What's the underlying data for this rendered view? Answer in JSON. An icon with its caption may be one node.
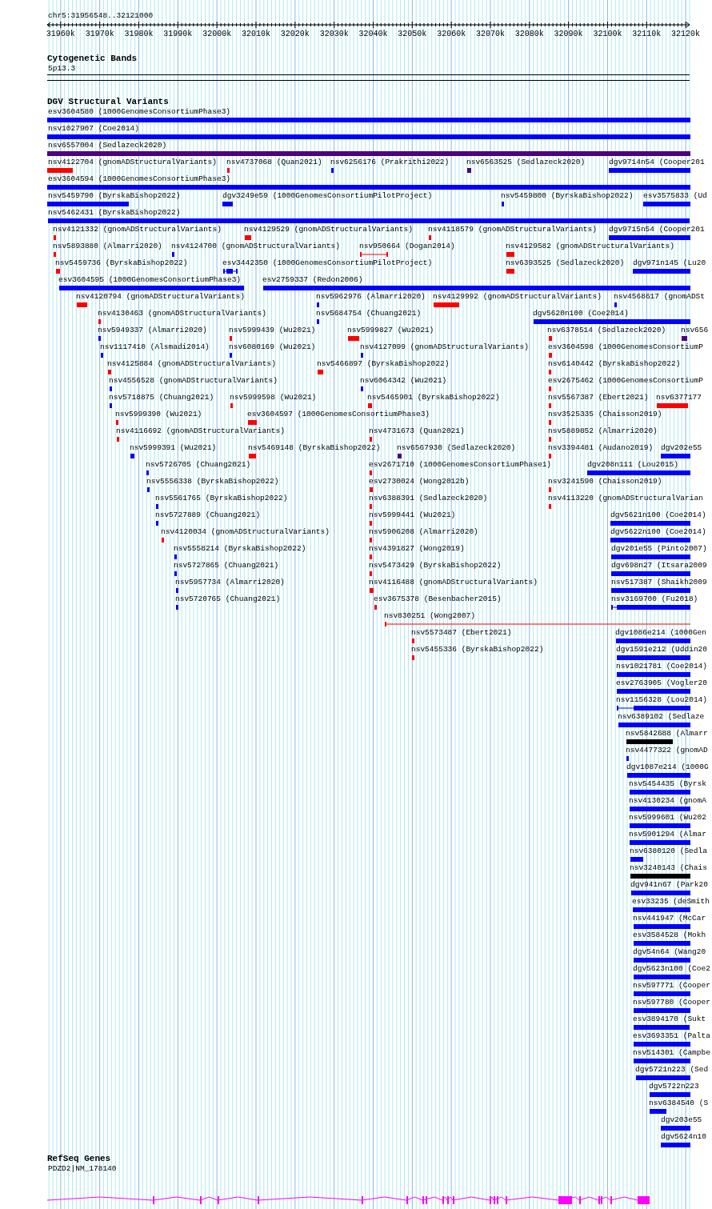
{
  "diagram": {
    "labels": [
      "chr5:31956548..32121000",
      "31960k",
      "31970k",
      "31980k",
      "31990k",
      "32000k",
      "32010k",
      "32020k",
      "32030k",
      "32040k",
      "32050k",
      "32060k",
      "32070k",
      "32080k",
      "32090k",
      "32100k",
      "32110k",
      "32120k",
      "Cytogenetic Bands",
      "5p13.3",
      "DGV Structural Variants",
      "esv3604580 (1000GenomesConsortiumPhase3)",
      "nsv1027907 (Coe2014)",
      "nsv6557004 (Sedlazeck2020)",
      "nsv4122704 (gnomADStructuralVariants)",
      "nsv4737068 (Quan2021)",
      "nsv6256176 (Prakrithi2022)",
      "nsv6563525 (Sedlazeck2020)",
      "dgv9714n54 (Cooper201",
      "esv3604594 (1000GenomesConsortiumPhase3)",
      "nsv5459790 (ByrskaBishop2022)",
      "dgv3249e59 (1000GenomesConsortiumPilotProject)",
      "nsv5459800 (ByrskaBishop2022)",
      "esv3575833 (Ud",
      "nsv5462431 (ByrskaBishop2022)",
      "nsv4121332 (gnomADStructuralVariants)",
      "nsv4129529 (gnomADStructuralVariants)",
      "nsv4118579 (gnomADStructuralVariants)",
      "dgv9715n54 (Cooper201",
      "nsv5893880 (Almarri2020)",
      "nsv4124700 (gnomADStructuralVariants)",
      "nsv950664 (Dogan2014)",
      "nsv4129582 (gnomADStructuralVariants)",
      "nsv5459736 (ByrskaBishop2022)",
      "esv3442350 (1000GenomesConsortiumPilotProject)",
      "nsv6393525 (Sedlazeck2020)",
      "dgv971n145 (Lu20",
      "esv3604595 (1000GenomesConsortiumPhase3)",
      "esv2759337 (Redon2006)",
      "nsv4120794 (gnomADStructuralVariants)",
      "nsv5962976 (Almarri2020)",
      "nsv4129992 (gnomADStructuralVariants)",
      "nsv4568617 (gnomADSt",
      "nsv4130463 (gnomADStructuralVariants)",
      "nsv5684754 (Chuang2021)",
      "dgv5620n100 (Coe2014)",
      "nsv5949337 (Almarri2020)",
      "nsv5999439 (Wu2021)",
      "nsv5999827 (Wu2021)",
      "nsv6378514 (Sedlazeck2020)",
      "nsv656",
      "nsv1117410 (Alsmadi2014)",
      "nsv6080169 (Wu2021)",
      "nsv4127099 (gnomADStructuralVariants)",
      "esv3604598 (1000GenomesConsortiumP",
      "nsv4125884 (gnomADStructuralVariants)",
      "nsv5466897 (ByrskaBishop2022)",
      "nsv6140442 (ByrskaBishop2022)",
      "nsv4556528 (gnomADStructuralVariants)",
      "nsv6064342 (Wu2021)",
      "esv2675462 (1000GenomesConsortiumP",
      "nsv5718875 (Chuang2021)",
      "nsv5999598 (Wu2021)",
      "nsv5465901 (ByrskaBishop2022)",
      "nsv5567387 (Ebert2021)",
      "nsv6377177",
      "nsv5999390 (Wu2021)",
      "esv3604597 (1000GenomesConsortiumPhase3)",
      "nsv3525335 (Chaisson2019)",
      "nsv4116692 (gnomADStructuralVariants)",
      "nsv4731673 (Quan2021)",
      "nsv5889852 (Almarri2020)",
      "nsv5999391 (Wu2021)",
      "nsv5469148 (ByrskaBishop2022)",
      "nsv6567930 (Sedlazeck2020)",
      "nsv3394481 (Audano2019)",
      "dgv202e55",
      "nsv5726705 (Chuang2021)",
      "esv2671710 (1000GenomesConsortiumPhase1)",
      "dgv208n111 (Lou2015)",
      "nsv5556338 (ByrskaBishop2022)",
      "esv2730024 (Wong2012b)",
      "nsv3241590 (Chaisson2019)",
      "nsv5561765 (ByrskaBishop2022)",
      "nsv6388391 (Sedlazeck2020)",
      "nsv4113220 (gnomADStructuralVarian",
      "nsv5727889 (Chuang2021)",
      "nsv5999441 (Wu2021)",
      "dgv5621n100 (Coe2014)",
      "nsv4120034 (gnomADStructuralVariants)",
      "nsv5906208 (Almarri2020)",
      "dgv5622n100 (Coe2014)",
      "nsv5558214 (ByrskaBishop2022)",
      "nsv4391827 (Wong2019)",
      "dgv201e55 (Pinto2007)",
      "nsv5727865 (Chuang2021)",
      "nsv5473429 (ByrskaBishop2022)",
      "dgv698n27 (Itsara2009",
      "nsv5957734 (Almarri2020)",
      "nsv4116488 (gnomADStructuralVariants)",
      "nsv517387 (Shaikh2009",
      "nsv5720765 (Chuang2021)",
      "esv3675378 (Besenbacher2015)",
      "nsv3169700 (Fu2018)",
      "nsv830251 (Wong2007)",
      "nsv5573487 (Ebert2021)",
      "dgv1086e214 (1000Gen",
      "nsv5455336 (ByrskaBishop2022)",
      "dgv1591e212 (Uddin20",
      "nsv1021781 (Coe2014)",
      "esv2763905 (Vogler20",
      "nsv1156328 (Lou2014)",
      "nsv6389102 (Sedlaze",
      "nsv5842688 (Almarr",
      "nsv4477322 (gnomAD",
      "dgv1087e214 (1000G",
      "nsv5454435 (Byrsk",
      "nsv4130234 (gnomA",
      "nsv5999601 (Wu202",
      "nsv5901294 (Almar",
      "nsv6380120 (Sedla",
      "nsv3240143 (Chais",
      "dgv941n67 (Park20",
      "esv33235 (deSmith",
      "nsv441947 (McCar",
      "esv3584528 (Mokh",
      "dgv54n64 (Wang20",
      "dgv5623n100 (Coe2",
      "nsv597771 (Cooper",
      "nsv597780 (Cooper",
      "esv3894170 (Sukt",
      "esv3693351 (Palta",
      "nsv514301 (Campbe",
      "dgv5721n223 (Sed",
      "dgv5722n223",
      "nsv6384540 (S",
      "dgv203e55",
      "dgv5624n10",
      "RefSeq Genes",
      "PDZD2|NM_178140"
    ]
  }
}
